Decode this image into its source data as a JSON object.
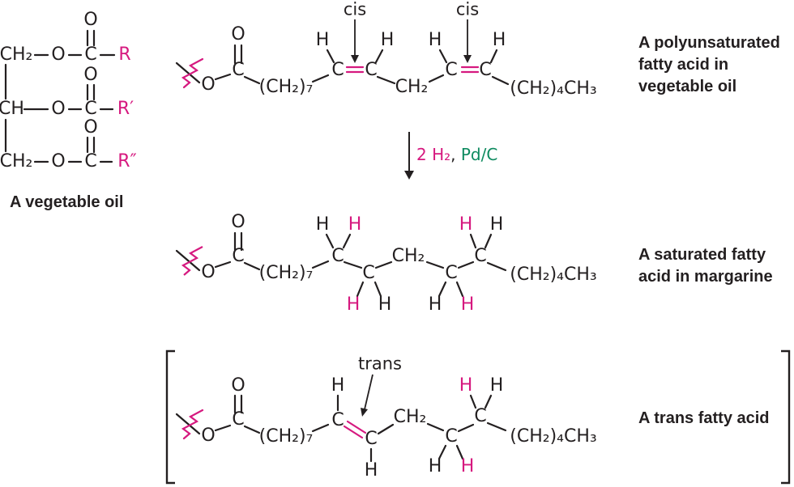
{
  "colors": {
    "ink": "#231f20",
    "pink": "#d6197f",
    "green": "#0e8a5f"
  },
  "glyphs": {
    "C": "C",
    "H": "H",
    "O": "O",
    "CH2": "CH₂",
    "CH": "CH",
    "chain7": "(CH₂)₇",
    "tail": "(CH₂)₄CH₃",
    "R": "R",
    "R_prime": "R′",
    "R_double_prime": "R″",
    "cis": "cis",
    "trans": "trans"
  },
  "reaction": {
    "hydrogen": "2 H₂",
    "comma": ",",
    "catalyst": "Pd/C"
  },
  "captions": {
    "vegetable_oil": "A vegetable oil",
    "polyunsaturated": [
      "A polyunsaturated",
      "fatty acid in",
      "vegetable oil"
    ],
    "saturated": [
      "A saturated fatty",
      "acid in margarine"
    ],
    "trans": "A trans fatty acid"
  }
}
